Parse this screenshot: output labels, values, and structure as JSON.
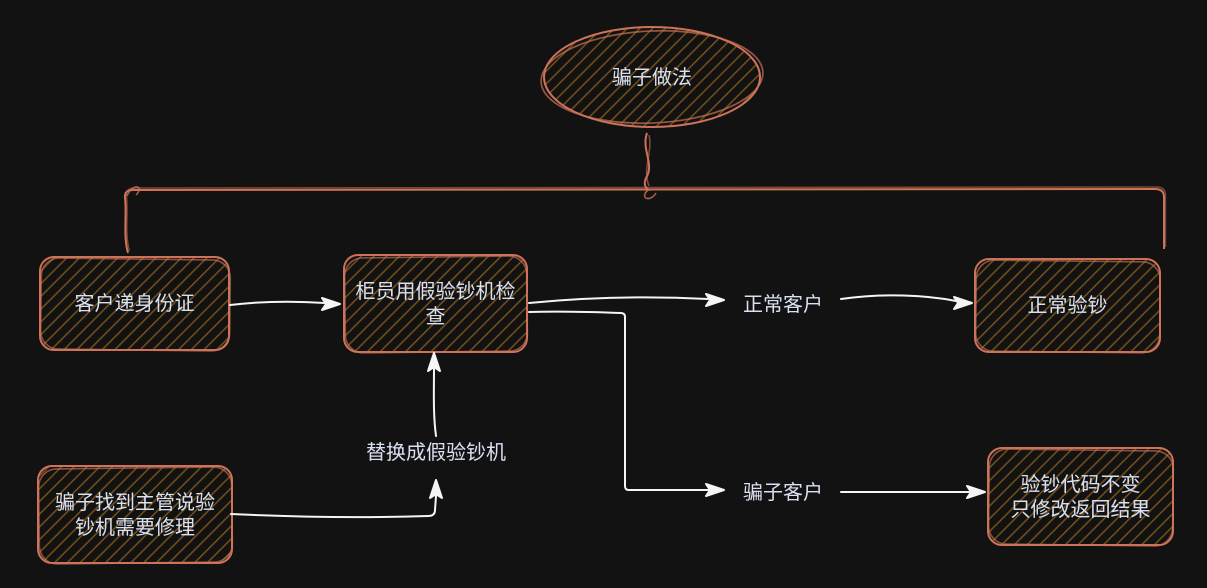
{
  "canvas": {
    "background_color": "#131212",
    "shape_stroke_color": "#cd735a",
    "shape_hatch_color": "#7a5618",
    "text_color": "#d9e0f2",
    "arrow_color": "#f5f5f5"
  },
  "nodes": {
    "title": {
      "shape": "ellipse",
      "label": "骗子做法"
    },
    "customer_id": {
      "shape": "rectangle",
      "label": "客户递身份证"
    },
    "teller_check": {
      "shape": "rectangle",
      "label": "柜员用假验钞机检\n查"
    },
    "normal_verify": {
      "shape": "rectangle",
      "label": "正常验钞"
    },
    "scammer_repair": {
      "shape": "rectangle",
      "label": "骗子找到主管说验\n钞机需要修理"
    },
    "fake_result": {
      "shape": "rectangle",
      "label": "验钞代码不变\n只修改返回结果"
    }
  },
  "labels": {
    "normal_customer": "正常客户",
    "scammer_customer": "骗子客户",
    "swap_machine": "替换成假验钞机"
  }
}
